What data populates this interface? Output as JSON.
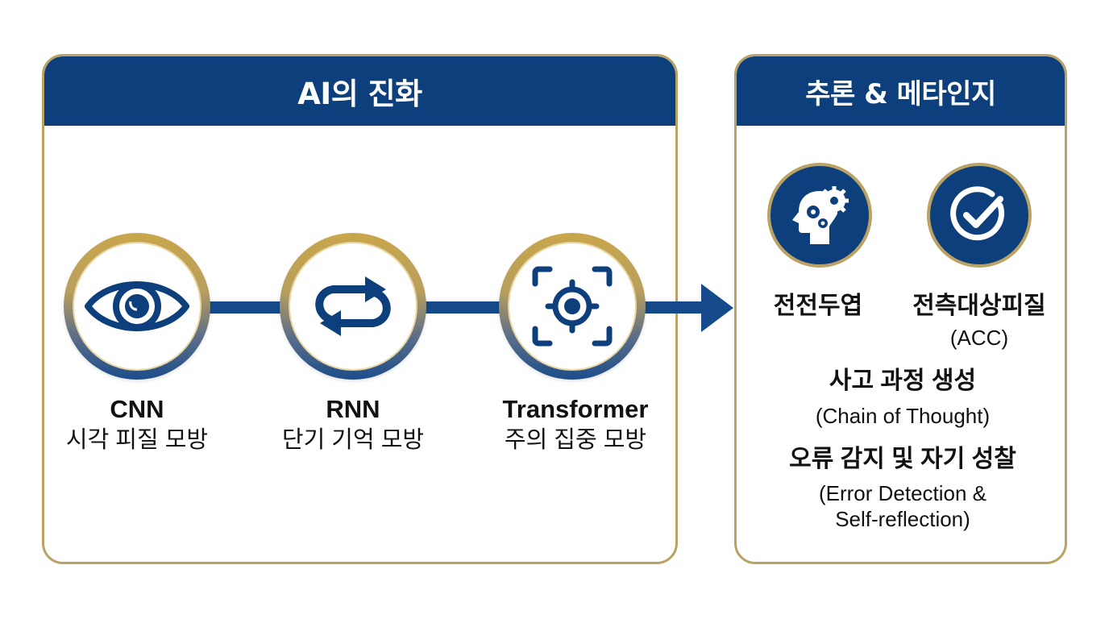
{
  "left_panel": {
    "title": "AI의 진화",
    "steps": [
      {
        "icon": "eye-icon",
        "name": "CNN",
        "description": "시각 피질 모방"
      },
      {
        "icon": "cycle-arrows-icon",
        "name": "RNN",
        "description": "단기 기억 모방"
      },
      {
        "icon": "focus-target-icon",
        "name": "Transformer",
        "description": "주의 집중 모방"
      }
    ]
  },
  "right_panel": {
    "title": "추론 & 메타인지",
    "badges": [
      {
        "icon": "head-gears-icon",
        "label": "전전두엽"
      },
      {
        "icon": "check-circle-icon",
        "label": "전측대상피질",
        "sublabel": "(ACC)"
      }
    ],
    "items": [
      {
        "title": "사고 과정 생성",
        "subtitle": "(Chain of Thought)"
      },
      {
        "title": "오류 감지 및 자기 성찰",
        "subtitle_line1": "(Error Detection &",
        "subtitle_line2": "Self-reflection)"
      }
    ]
  },
  "colors": {
    "navy": "#0d3f7c",
    "gold": "#b9a264",
    "connector": "#154a8b"
  }
}
